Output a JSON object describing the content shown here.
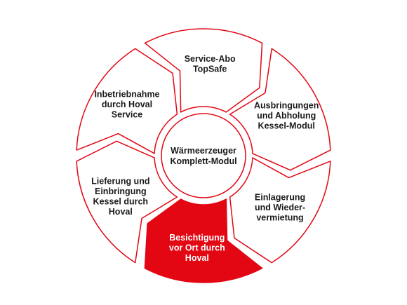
{
  "diagram": {
    "center": {
      "label": "Wärmeerzeuger\nKomplett-Modul"
    },
    "segments": [
      {
        "id": "service-abo",
        "label": "Service-Abo\nTopSafe",
        "highlighted": false
      },
      {
        "id": "ausbringungen",
        "label": "Ausbringungen\nund Abholung\nKessel-Modul",
        "highlighted": false
      },
      {
        "id": "einlagerung",
        "label": "Einlagerung\nund Wieder-\nvermietung",
        "highlighted": false
      },
      {
        "id": "besichtigung",
        "label": "Besichtigung\nvor Ort durch\nHoval",
        "highlighted": true
      },
      {
        "id": "lieferung",
        "label": "Lieferung und\nEinbringung\nKessel durch\nHoval",
        "highlighted": false
      },
      {
        "id": "inbetriebnahme",
        "label": "Inbetriebnahme\ndurch Hoval\nService",
        "highlighted": false
      }
    ]
  },
  "colors": {
    "accent": "#e30613",
    "outline": "#e30613",
    "text_dark": "#1a1a1a",
    "text_on_accent": "#ffffff",
    "background": "#ffffff"
  }
}
